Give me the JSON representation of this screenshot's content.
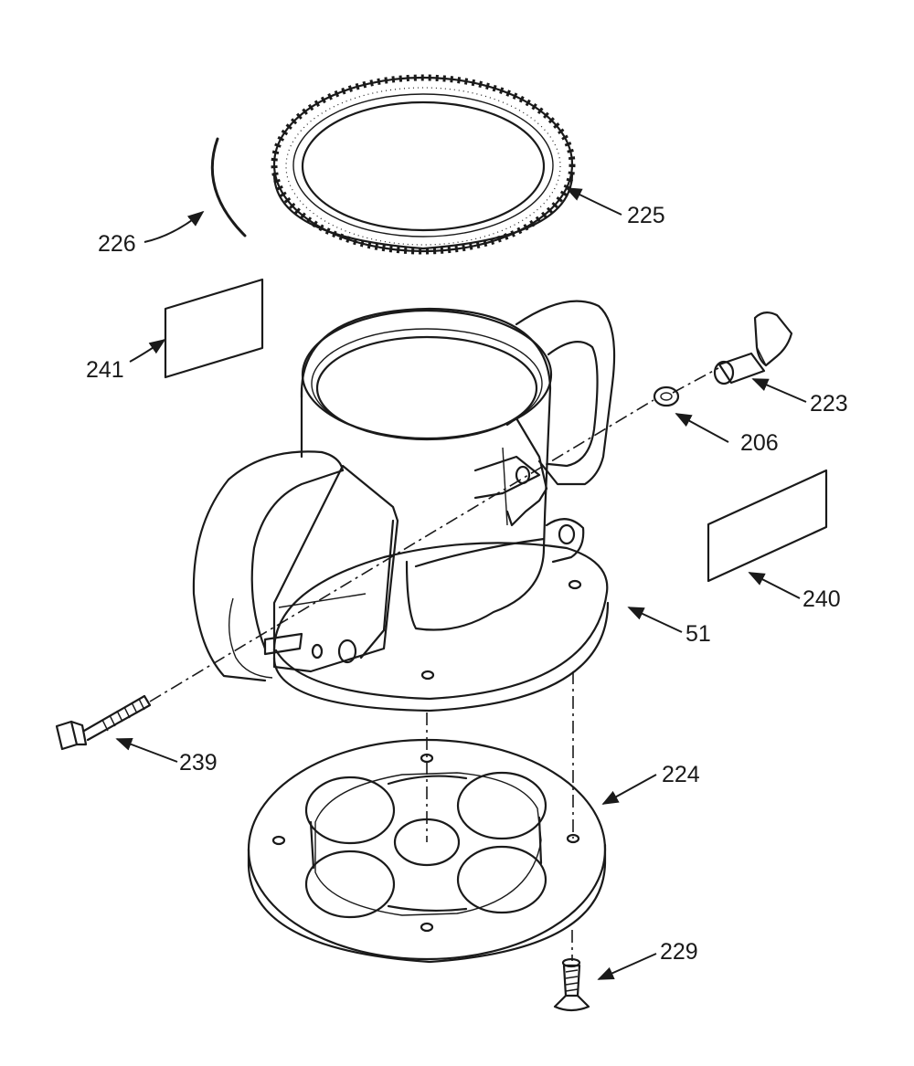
{
  "diagram": {
    "labels": {
      "p225": "225",
      "p226": "226",
      "p241": "241",
      "p223": "223",
      "p206": "206",
      "p240": "240",
      "p51": "51",
      "p239": "239",
      "p224": "224",
      "p229": "229"
    },
    "colors": {
      "line": "#1a1a1a",
      "background": "#ffffff"
    }
  }
}
